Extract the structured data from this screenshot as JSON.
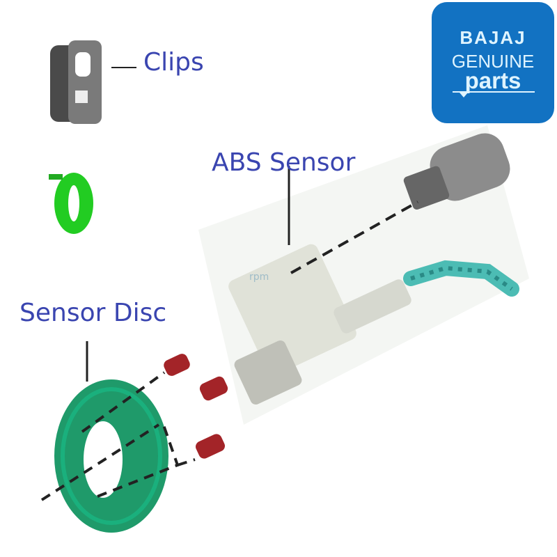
{
  "diagram": {
    "title": "ABS sensor parts diagram",
    "labels": {
      "clips": "Clips",
      "abs_sensor": "ABS Sensor",
      "sensor_disc": "Sensor Disc"
    },
    "watermark": "rpm",
    "parts": [
      "clip",
      "green-ring",
      "abs-sensor-body",
      "cap",
      "sensor-disc",
      "bolt",
      "bolt",
      "bolt"
    ]
  },
  "logo": {
    "line1": "BAJAJ",
    "line2": "GENUINE",
    "line3": "parts",
    "bg_color": "#1272c2",
    "text_color": "#dff4ff"
  },
  "colors": {
    "label": "#3a45b0",
    "disc": "#1f9a6a",
    "ring": "#22cc22",
    "bolt": "#a32428"
  }
}
